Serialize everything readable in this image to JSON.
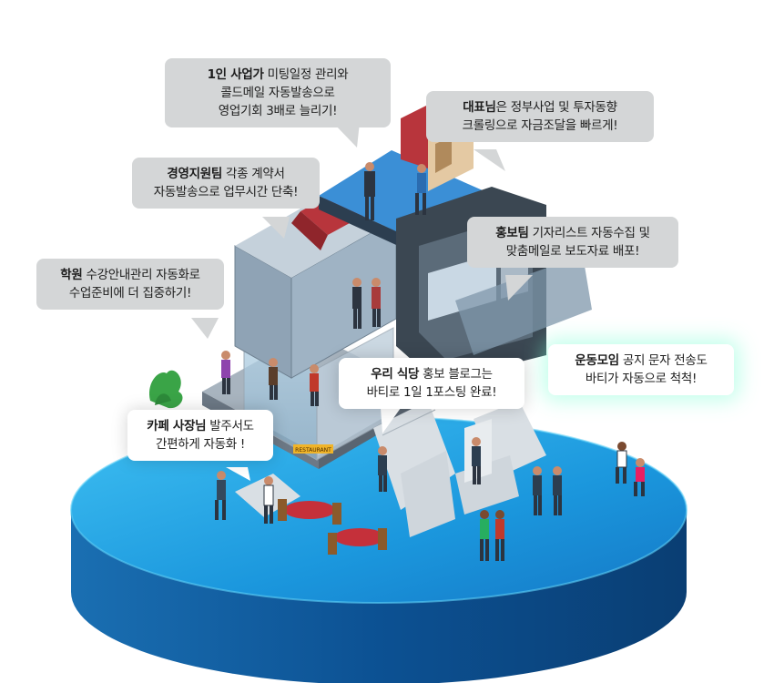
{
  "bubbles": {
    "solo": {
      "bold": "1인 사업가",
      "rest": " 미팅일정 관리와",
      "line2": "콜드메일 자동발송으로",
      "line3": "영업기회 3배로 늘리기!"
    },
    "ceo": {
      "bold": "대표님",
      "rest": "은 정부사업 및 투자동향",
      "line2": "크롤링으로 자금조달을 빠르게!"
    },
    "admin": {
      "bold": "경영지원팀",
      "rest": " 각종 계약서",
      "line2": "자동발송으로 업무시간 단축!"
    },
    "pr": {
      "bold": "홍보팀",
      "rest": " 기자리스트 자동수집 및",
      "line2": "맞춤메일로 보도자료 배포!"
    },
    "academy": {
      "bold": "학원",
      "rest": " 수강안내관리 자동화로",
      "line2": "수업준비에 더 집중하기!"
    },
    "restaurant": {
      "bold": "우리 식당",
      "rest": " 홍보 블로그는",
      "line2": "바티로 1일 1포스팅 완료!"
    },
    "club": {
      "bold": "운동모임",
      "rest": " 공지 문자 전송도",
      "line2": "바티가 자동으로 척척!"
    },
    "cafe": {
      "bold": "카페 사장님",
      "rest": " 발주서도",
      "line2": "간편하게 자동화 !"
    }
  },
  "signs": {
    "restaurant_sign": "RESTAURANT"
  },
  "colors": {
    "platform_top": "#1d9ee3",
    "platform_side": "#0d4e8c",
    "bubble_gray": "#d4d6d7",
    "roof_red": "#b8353c",
    "wall_gray": "#8f9aa6"
  }
}
